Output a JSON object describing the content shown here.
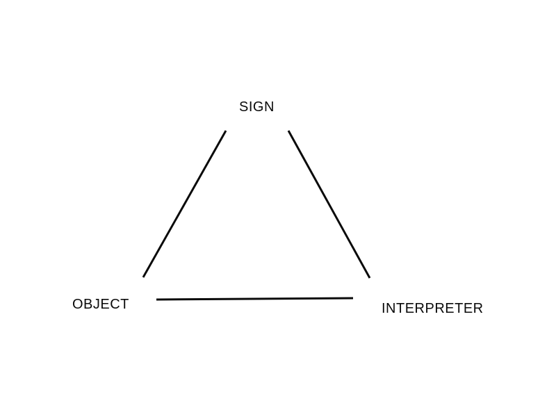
{
  "diagram": {
    "type": "semiotic-triangle",
    "background_color": "#ffffff",
    "line_color": "#0a0a0a",
    "text_color": "#0a0a0a",
    "nodes": {
      "top": "SIGN",
      "bottom_left": "OBJECT",
      "bottom_right": "INTERPRETER"
    },
    "edges": [
      {
        "from": "SIGN",
        "to": "OBJECT"
      },
      {
        "from": "SIGN",
        "to": "INTERPRETER"
      },
      {
        "from": "OBJECT",
        "to": "INTERPRETER"
      }
    ]
  }
}
